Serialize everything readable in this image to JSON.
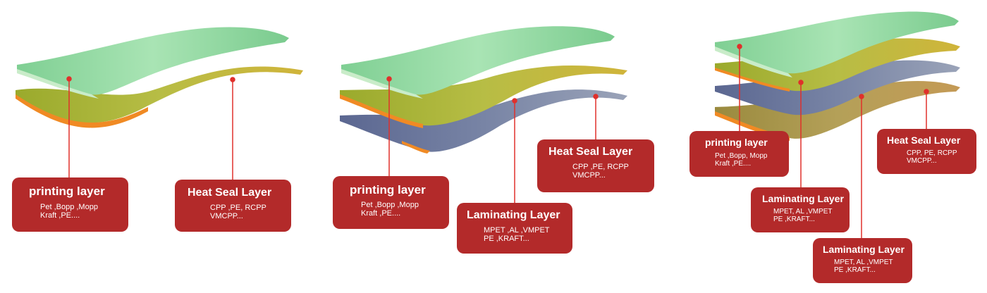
{
  "colors": {
    "label_bg": "#b32a2a",
    "leader_line": "#e0302b",
    "film_green": "#8fd9a0",
    "film_olive": "#a8b53a",
    "film_slate": "#6d7a9a",
    "film_bronze": "#b09a48",
    "film_edge_orange": "#f08a24"
  },
  "diagrams": [
    {
      "layer_count": 2,
      "labels": [
        {
          "title": "printing layer",
          "line1": "Pet ,Bopp ,Mopp",
          "line2": "Kraft ,PE...."
        },
        {
          "title": "Heat Seal Layer",
          "line1": "CPP ,PE, RCPP",
          "line2": "VMCPP..."
        }
      ]
    },
    {
      "layer_count": 3,
      "labels": [
        {
          "title": "printing layer",
          "line1": "Pet ,Bopp ,Mopp",
          "line2": "Kraft ,PE...."
        },
        {
          "title": "Laminating Layer",
          "line1": "MPET ,AL ,VMPET",
          "line2": "PE ,KRAFT..."
        },
        {
          "title": "Heat Seal Layer",
          "line1": "CPP ,PE, RCPP",
          "line2": "VMCPP..."
        }
      ]
    },
    {
      "layer_count": 4,
      "labels": [
        {
          "title": "printing layer",
          "line1": "Pet ,Bopp, Mopp",
          "line2": "Kraft ,PE...."
        },
        {
          "title": "Laminating Layer",
          "line1": "MPET, AL ,VMPET",
          "line2": "PE ,KRAFT..."
        },
        {
          "title": "Laminating Layer",
          "line1": "MPET, AL ,VMPET",
          "line2": "PE ,KRAFT..."
        },
        {
          "title": "Heat Seal Layer",
          "line1": "CPP, PE, RCPP",
          "line2": "VMCPP..."
        }
      ]
    }
  ]
}
